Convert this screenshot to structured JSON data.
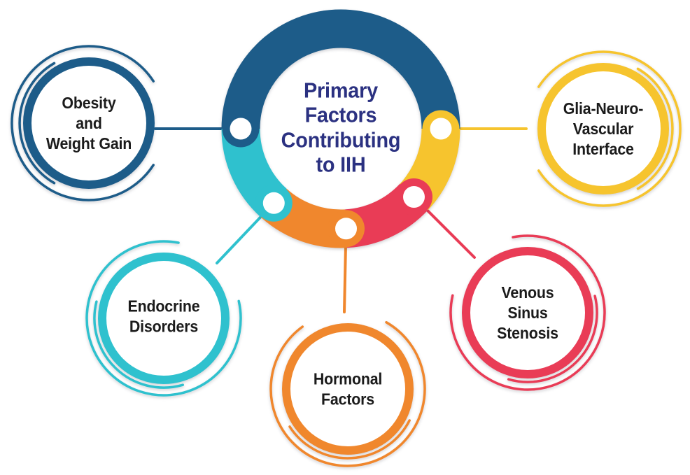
{
  "diagram_title": "Primary Factors Contributing to IIH",
  "center": {
    "label": "Primary\nFactors\nContributing\nto IIH"
  },
  "factors": [
    {
      "name": "Obesity and Weight Gain",
      "label": "Obesity\nand\nWeight Gain",
      "color_key": "blue",
      "position": "left"
    },
    {
      "name": "Glia-Neuro-Vascular Interface",
      "label": "Glia-Neuro-\nVascular\nInterface",
      "color_key": "yellow",
      "position": "right"
    },
    {
      "name": "Endocrine Disorders",
      "label": "Endocrine\nDisorders",
      "color_key": "cyan",
      "position": "bottom-left"
    },
    {
      "name": "Hormonal Factors",
      "label": "Hormonal\nFactors",
      "color_key": "orange",
      "position": "bottom-center"
    },
    {
      "name": "Venous Sinus Stenosis",
      "label": "Venous\nSinus\nStenosis",
      "color_key": "red",
      "position": "bottom-right"
    }
  ],
  "colors": {
    "blue": "#1d5c89",
    "cyan": "#2fc1ce",
    "yellow": "#f6c42e",
    "orange": "#f0872d",
    "red": "#e93c56",
    "title": "#2b3181",
    "label": "#1b1b1b",
    "background": "#ffffff"
  }
}
